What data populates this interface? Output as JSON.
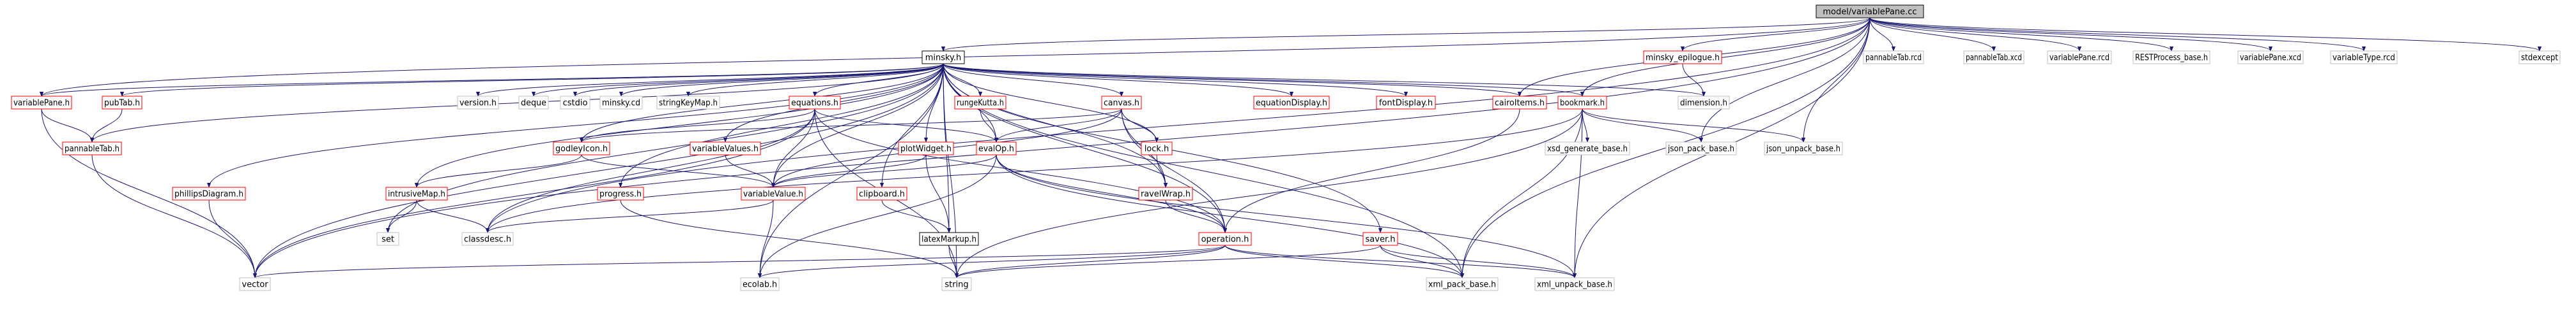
{
  "graph": {
    "colors": {
      "edge": "#191970",
      "root_fill": "#bfbfbf",
      "root_border": "#000000",
      "linked_border": "#ff0000",
      "external_border": "#bfbfbf",
      "documented_border": "#000000",
      "node_fill": "#ffffff"
    },
    "nodes": [
      {
        "id": "root",
        "label": "model/variablePane.cc",
        "kind": "root"
      },
      {
        "id": "minsky_h",
        "label": "minsky.h",
        "kind": "documented"
      },
      {
        "id": "minsky_epilogue_h",
        "label": "minsky_epilogue.h",
        "kind": "linked"
      },
      {
        "id": "pannableTab_rcd",
        "label": "pannableTab.rcd",
        "kind": "external"
      },
      {
        "id": "pannableTab_xcd",
        "label": "pannableTab.xcd",
        "kind": "external"
      },
      {
        "id": "variablePane_rcd",
        "label": "variablePane.rcd",
        "kind": "external"
      },
      {
        "id": "RESTProcess_base_h",
        "label": "RESTProcess_base.h",
        "kind": "external"
      },
      {
        "id": "variablePane_xcd",
        "label": "variablePane.xcd",
        "kind": "external"
      },
      {
        "id": "variableType_rcd",
        "label": "variableType.rcd",
        "kind": "external"
      },
      {
        "id": "stdexcept",
        "label": "stdexcept",
        "kind": "external"
      },
      {
        "id": "variablePane_h",
        "label": "variablePane.h",
        "kind": "linked"
      },
      {
        "id": "pubTab_h",
        "label": "pubTab.h",
        "kind": "linked"
      },
      {
        "id": "version_h",
        "label": "version.h",
        "kind": "external"
      },
      {
        "id": "deque",
        "label": "deque",
        "kind": "external"
      },
      {
        "id": "cstdio",
        "label": "cstdio",
        "kind": "external"
      },
      {
        "id": "minsky_cd",
        "label": "minsky.cd",
        "kind": "external"
      },
      {
        "id": "stringKeyMap_h",
        "label": "stringKeyMap.h",
        "kind": "external"
      },
      {
        "id": "equations_h",
        "label": "equations.h",
        "kind": "linked"
      },
      {
        "id": "rungeKutta_h",
        "label": "rungeKutta.h",
        "kind": "linked"
      },
      {
        "id": "canvas_h",
        "label": "canvas.h",
        "kind": "linked"
      },
      {
        "id": "equationDisplay_h",
        "label": "equationDisplay.h",
        "kind": "linked"
      },
      {
        "id": "fontDisplay_h",
        "label": "fontDisplay.h",
        "kind": "linked"
      },
      {
        "id": "cairoItems_h",
        "label": "cairoItems.h",
        "kind": "linked"
      },
      {
        "id": "bookmark_h",
        "label": "bookmark.h",
        "kind": "linked"
      },
      {
        "id": "dimension_h",
        "label": "dimension.h",
        "kind": "external"
      },
      {
        "id": "pannableTab_h",
        "label": "pannableTab.h",
        "kind": "linked"
      },
      {
        "id": "godleyIcon_h",
        "label": "godleyIcon.h",
        "kind": "linked"
      },
      {
        "id": "variableValues_h",
        "label": "variableValues.h",
        "kind": "linked"
      },
      {
        "id": "plotWidget_h",
        "label": "plotWidget.h",
        "kind": "linked"
      },
      {
        "id": "evalOp_h",
        "label": "evalOp.h",
        "kind": "linked"
      },
      {
        "id": "lock_h",
        "label": "lock.h",
        "kind": "linked"
      },
      {
        "id": "xsd_generate_base_h",
        "label": "xsd_generate_base.h",
        "kind": "external"
      },
      {
        "id": "json_pack_base_h",
        "label": "json_pack_base.h",
        "kind": "external"
      },
      {
        "id": "json_unpack_base_h",
        "label": "json_unpack_base.h",
        "kind": "external"
      },
      {
        "id": "phillipsDiagram_h",
        "label": "phillipsDiagram.h",
        "kind": "linked"
      },
      {
        "id": "intrusiveMap_h",
        "label": "intrusiveMap.h",
        "kind": "linked"
      },
      {
        "id": "progress_h",
        "label": "progress.h",
        "kind": "linked"
      },
      {
        "id": "variableValue_h",
        "label": "variableValue.h",
        "kind": "linked"
      },
      {
        "id": "clipboard_h",
        "label": "clipboard.h",
        "kind": "linked"
      },
      {
        "id": "ravelWrap_h",
        "label": "ravelWrap.h",
        "kind": "linked"
      },
      {
        "id": "set",
        "label": "set",
        "kind": "external"
      },
      {
        "id": "classdesc_h",
        "label": "classdesc.h",
        "kind": "external"
      },
      {
        "id": "latexMarkup_h",
        "label": "latexMarkup.h",
        "kind": "documented"
      },
      {
        "id": "operation_h",
        "label": "operation.h",
        "kind": "linked"
      },
      {
        "id": "saver_h",
        "label": "saver.h",
        "kind": "linked"
      },
      {
        "id": "vector",
        "label": "vector",
        "kind": "external"
      },
      {
        "id": "ecolab_h",
        "label": "ecolab.h",
        "kind": "external"
      },
      {
        "id": "string",
        "label": "string",
        "kind": "external"
      },
      {
        "id": "xml_pack_base_h",
        "label": "xml_pack_base.h",
        "kind": "external"
      },
      {
        "id": "xml_unpack_base_h",
        "label": "xml_unpack_base.h",
        "kind": "external"
      }
    ],
    "edges": [
      [
        "root",
        "minsky_h"
      ],
      [
        "root",
        "minsky_epilogue_h"
      ],
      [
        "root",
        "pannableTab_rcd"
      ],
      [
        "root",
        "pannableTab_xcd"
      ],
      [
        "root",
        "variablePane_rcd"
      ],
      [
        "root",
        "RESTProcess_base_h"
      ],
      [
        "root",
        "variablePane_xcd"
      ],
      [
        "root",
        "variableType_rcd"
      ],
      [
        "root",
        "stdexcept"
      ],
      [
        "root",
        "variablePane_h"
      ],
      [
        "root",
        "cairoItems_h"
      ],
      [
        "root",
        "bookmark_h"
      ],
      [
        "root",
        "json_pack_base_h"
      ],
      [
        "root",
        "json_unpack_base_h"
      ],
      [
        "root",
        "xml_pack_base_h"
      ],
      [
        "root",
        "xml_unpack_base_h"
      ],
      [
        "root",
        "vector"
      ],
      [
        "root",
        "classdesc_h"
      ],
      [
        "minsky_h",
        "variablePane_h"
      ],
      [
        "minsky_h",
        "pubTab_h"
      ],
      [
        "minsky_h",
        "pannableTab_h"
      ],
      [
        "minsky_h",
        "version_h"
      ],
      [
        "minsky_h",
        "deque"
      ],
      [
        "minsky_h",
        "cstdio"
      ],
      [
        "minsky_h",
        "minsky_cd"
      ],
      [
        "minsky_h",
        "stringKeyMap_h"
      ],
      [
        "minsky_h",
        "equations_h"
      ],
      [
        "minsky_h",
        "rungeKutta_h"
      ],
      [
        "minsky_h",
        "canvas_h"
      ],
      [
        "minsky_h",
        "equationDisplay_h"
      ],
      [
        "minsky_h",
        "fontDisplay_h"
      ],
      [
        "minsky_h",
        "cairoItems_h"
      ],
      [
        "minsky_h",
        "bookmark_h"
      ],
      [
        "minsky_h",
        "dimension_h"
      ],
      [
        "minsky_h",
        "godleyIcon_h"
      ],
      [
        "minsky_h",
        "variableValues_h"
      ],
      [
        "minsky_h",
        "plotWidget_h"
      ],
      [
        "minsky_h",
        "evalOp_h"
      ],
      [
        "minsky_h",
        "phillipsDiagram_h"
      ],
      [
        "minsky_h",
        "intrusiveMap_h"
      ],
      [
        "minsky_h",
        "progress_h"
      ],
      [
        "minsky_h",
        "variableValue_h"
      ],
      [
        "minsky_h",
        "clipboard_h"
      ],
      [
        "minsky_h",
        "latexMarkup_h"
      ],
      [
        "minsky_h",
        "operation_h"
      ],
      [
        "minsky_h",
        "saver_h"
      ],
      [
        "minsky_h",
        "set"
      ],
      [
        "minsky_h",
        "vector"
      ],
      [
        "minsky_h",
        "ecolab_h"
      ],
      [
        "minsky_h",
        "string"
      ],
      [
        "minsky_h",
        "xml_pack_base_h"
      ],
      [
        "minsky_h",
        "ravelWrap_h"
      ],
      [
        "minsky_h",
        "lock_h"
      ],
      [
        "minsky_epilogue_h",
        "dimension_h"
      ],
      [
        "variablePane_h",
        "pannableTab_h"
      ],
      [
        "variablePane_h",
        "vector"
      ],
      [
        "pubTab_h",
        "pannableTab_h"
      ],
      [
        "pannableTab_h",
        "vector"
      ],
      [
        "equations_h",
        "godleyIcon_h"
      ],
      [
        "equations_h",
        "evalOp_h"
      ],
      [
        "equations_h",
        "variableValue_h"
      ],
      [
        "equations_h",
        "operation_h"
      ],
      [
        "equations_h",
        "classdesc_h"
      ],
      [
        "equations_h",
        "vector"
      ],
      [
        "equations_h",
        "string"
      ],
      [
        "rungeKutta_h",
        "evalOp_h"
      ],
      [
        "canvas_h",
        "godleyIcon_h"
      ],
      [
        "canvas_h",
        "evalOp_h"
      ],
      [
        "canvas_h",
        "lock_h"
      ],
      [
        "canvas_h",
        "ravelWrap_h"
      ],
      [
        "canvas_h",
        "operation_h"
      ],
      [
        "canvas_h",
        "variableValue_h"
      ],
      [
        "cairoItems_h",
        "operation_h"
      ],
      [
        "bookmark_h",
        "xsd_generate_base_h"
      ],
      [
        "bookmark_h",
        "json_pack_base_h"
      ],
      [
        "bookmark_h",
        "json_unpack_base_h"
      ],
      [
        "bookmark_h",
        "xml_pack_base_h"
      ],
      [
        "bookmark_h",
        "xml_unpack_base_h"
      ],
      [
        "bookmark_h",
        "string"
      ],
      [
        "bookmark_h",
        "classdesc_h"
      ],
      [
        "godleyIcon_h",
        "intrusiveMap_h"
      ],
      [
        "godleyIcon_h",
        "variableValue_h"
      ],
      [
        "variableValues_h",
        "variableValue_h"
      ],
      [
        "plotWidget_h",
        "variableValue_h"
      ],
      [
        "plotWidget_h",
        "latexMarkup_h"
      ],
      [
        "evalOp_h",
        "variableValue_h"
      ],
      [
        "evalOp_h",
        "operation_h"
      ],
      [
        "evalOp_h",
        "ecolab_h"
      ],
      [
        "evalOp_h",
        "xml_pack_base_h"
      ],
      [
        "evalOp_h",
        "xml_unpack_base_h"
      ],
      [
        "lock_h",
        "ravelWrap_h"
      ],
      [
        "ravelWrap_h",
        "operation_h"
      ],
      [
        "phillipsDiagram_h",
        "vector"
      ],
      [
        "intrusiveMap_h",
        "set"
      ],
      [
        "intrusiveMap_h",
        "classdesc_h"
      ],
      [
        "progress_h",
        "string"
      ],
      [
        "variableValue_h",
        "ecolab_h"
      ],
      [
        "variableValue_h",
        "classdesc_h"
      ],
      [
        "clipboard_h",
        "latexMarkup_h"
      ],
      [
        "latexMarkup_h",
        "string"
      ],
      [
        "operation_h",
        "vector"
      ],
      [
        "operation_h",
        "ecolab_h"
      ],
      [
        "operation_h",
        "string"
      ],
      [
        "operation_h",
        "xml_pack_base_h"
      ],
      [
        "operation_h",
        "xml_unpack_base_h"
      ],
      [
        "saver_h",
        "string"
      ],
      [
        "saver_h",
        "xml_pack_base_h"
      ],
      [
        "saver_h",
        "xml_unpack_base_h"
      ]
    ]
  }
}
